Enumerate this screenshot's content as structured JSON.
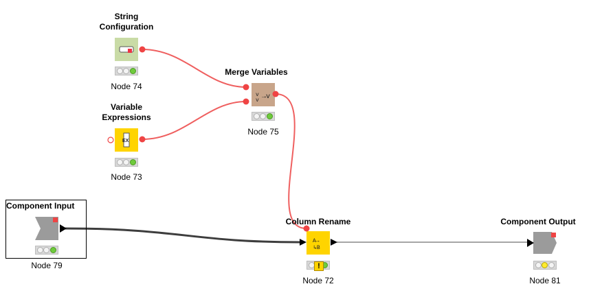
{
  "workflow": {
    "nodes": {
      "string_config": {
        "title": "String Configuration",
        "title_line1": "String",
        "title_line2": "Configuration",
        "label": "Node 74",
        "status": [
          "off",
          "off",
          "green"
        ]
      },
      "merge_vars": {
        "title": "Merge Variables",
        "label": "Node 75",
        "status": [
          "off",
          "off",
          "green"
        ]
      },
      "var_expr": {
        "title": "Variable Expressions",
        "title_line1": "Variable",
        "title_line2": "Expressions",
        "label": "Node 73",
        "status": [
          "off",
          "off",
          "green"
        ],
        "icon_text": "EX"
      },
      "comp_input": {
        "title": "Component Input",
        "label": "Node 79",
        "status": [
          "off",
          "off",
          "green"
        ]
      },
      "col_rename": {
        "title": "Column Rename",
        "label": "Node 72",
        "status": [
          "off",
          "off",
          "green"
        ],
        "icon_text_top": "A",
        "icon_text_bottom": "B",
        "warning": "!"
      },
      "comp_output": {
        "title": "Component Output",
        "label": "Node 81",
        "status": [
          "off",
          "yellow",
          "off"
        ]
      }
    },
    "colors": {
      "var_connection": "#ef5f5f",
      "table_connection": "#a6a6a6",
      "selected_connection": "#3d3d3d",
      "config_node": "#c9dba6",
      "merge_node": "#c8a58a",
      "manipulator_node": "#ffd400",
      "component_node": "#9b9b9b",
      "green_light": "#6fcb3c",
      "yellow_light": "#ffeb2f"
    }
  }
}
